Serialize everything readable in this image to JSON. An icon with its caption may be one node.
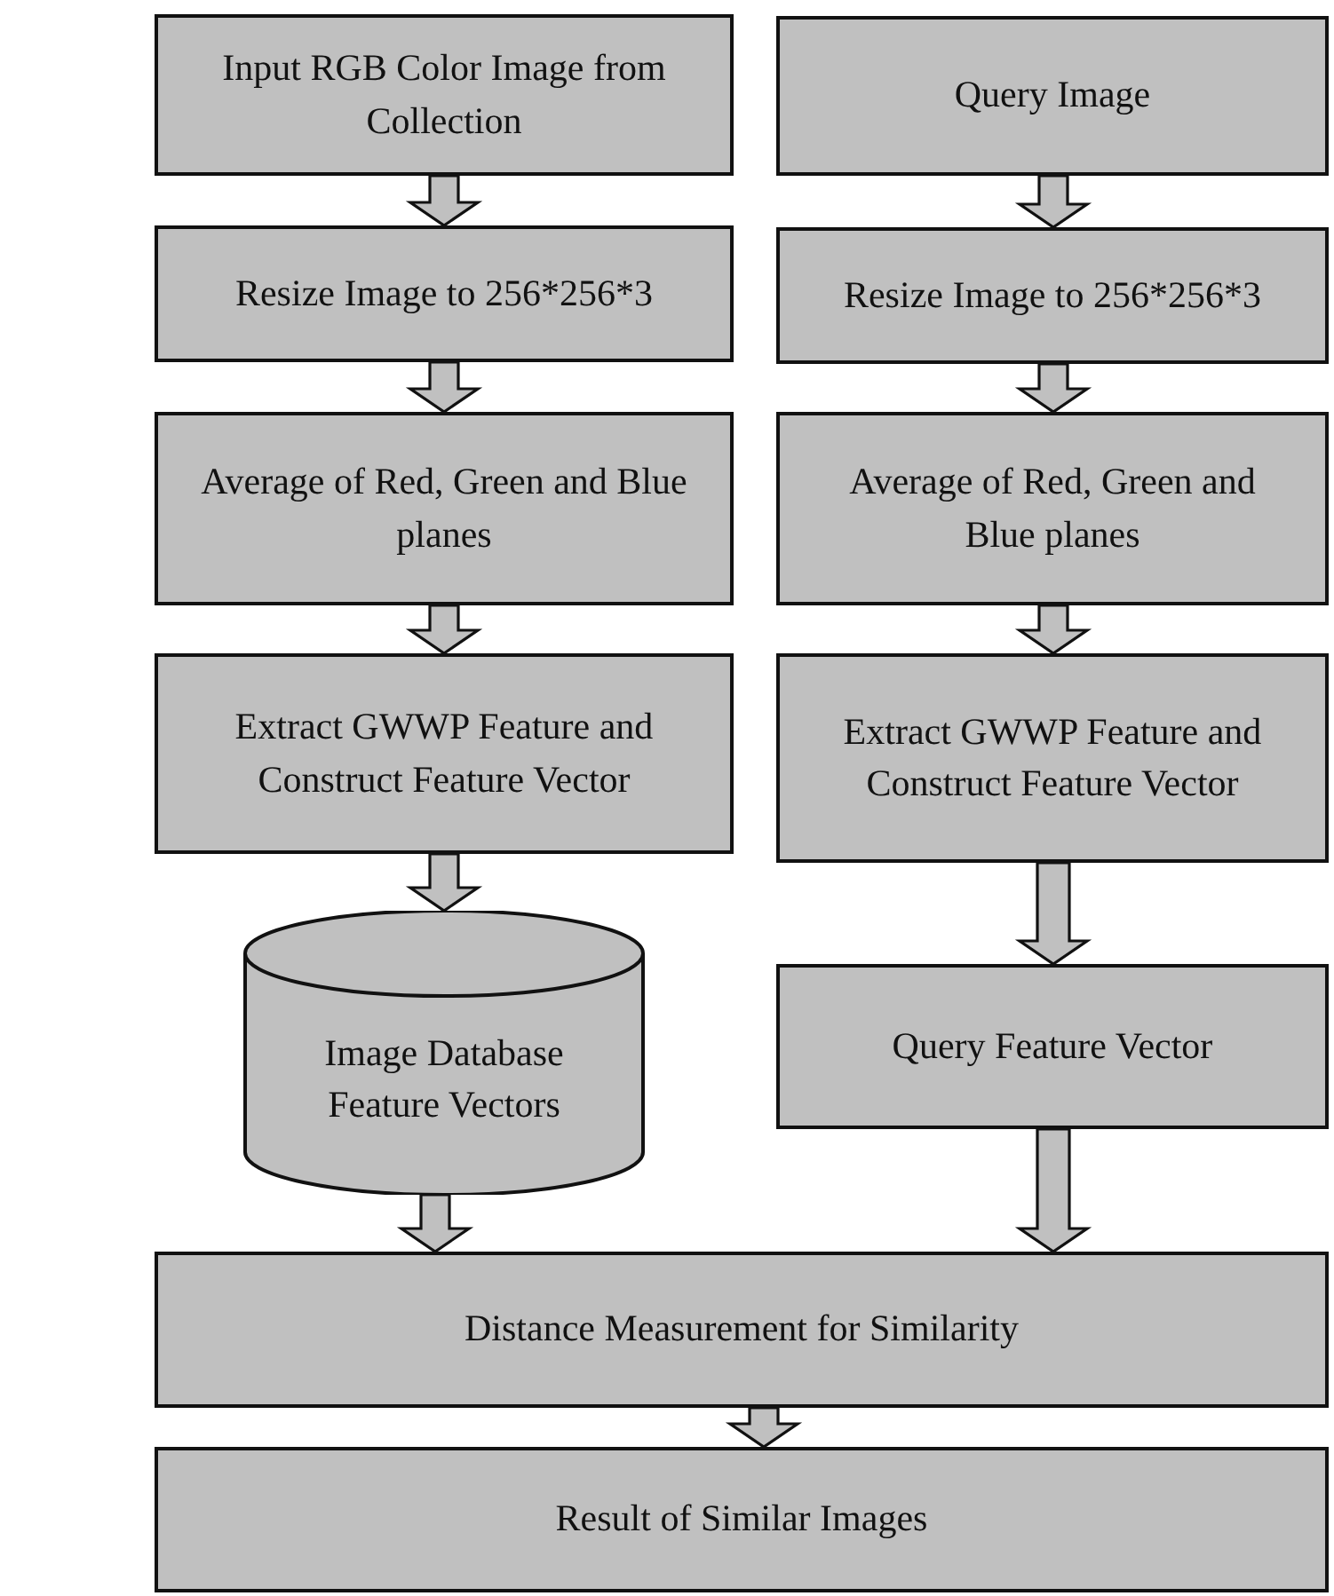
{
  "diagram": {
    "nodes": [
      {
        "text": [
          "Input RGB Color Image from Collection"
        ]
      },
      {
        "text": [
          "Query Image"
        ]
      },
      {
        "text": [
          "Resize Image to 256*256*3"
        ]
      },
      {
        "text": [
          "Resize Image to 256*256*3"
        ]
      },
      {
        "text": [
          "Average of Red, Green and Blue planes"
        ]
      },
      {
        "text": [
          "Average of Red, Green and Blue planes"
        ]
      },
      {
        "text": [
          "Extract GWWP Feature and Construct Feature Vector"
        ]
      },
      {
        "text": [
          "Extract GWWP Feature and Construct Feature Vector"
        ]
      },
      {
        "text": [
          "Image Database Feature Vectors"
        ]
      },
      {
        "text": [
          "Query Feature Vector"
        ]
      },
      {
        "text": [
          "Distance Measurement for Similarity"
        ]
      },
      {
        "text": [
          "Result of Similar Images"
        ]
      }
    ],
    "edges": [
      {
        "from": 0,
        "to": 2,
        "arrow": "to"
      },
      {
        "from": 2,
        "to": 4,
        "arrow": "to"
      },
      {
        "from": 4,
        "to": 6,
        "arrow": "to"
      },
      {
        "from": 6,
        "to": 8,
        "arrow": "to"
      },
      {
        "from": 8,
        "to": 10,
        "arrow": "to"
      },
      {
        "from": 1,
        "to": 3,
        "arrow": "to"
      },
      {
        "from": 3,
        "to": 5,
        "arrow": "to"
      },
      {
        "from": 5,
        "to": 7,
        "arrow": "to"
      },
      {
        "from": 7,
        "to": 9,
        "arrow": "to"
      },
      {
        "from": 9,
        "to": 10,
        "arrow": "to"
      },
      {
        "from": 10,
        "to": 11,
        "arrow": "to"
      }
    ]
  }
}
